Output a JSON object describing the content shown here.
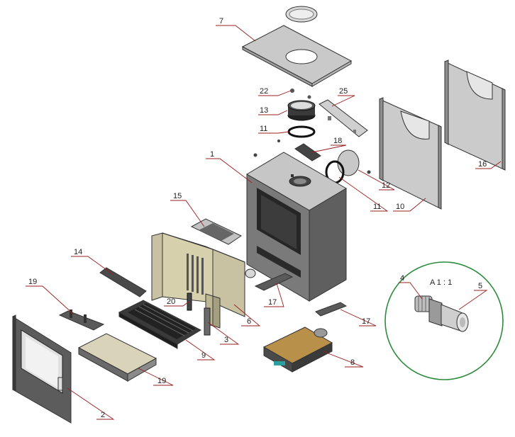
{
  "diagram": {
    "callouts": [
      {
        "id": "c7",
        "text": "7"
      },
      {
        "id": "c22",
        "text": "22"
      },
      {
        "id": "c25",
        "text": "25"
      },
      {
        "id": "c13",
        "text": "13"
      },
      {
        "id": "c11a",
        "text": "11"
      },
      {
        "id": "c18",
        "text": "18"
      },
      {
        "id": "c1",
        "text": "1"
      },
      {
        "id": "c12",
        "text": "12"
      },
      {
        "id": "c11b",
        "text": "11"
      },
      {
        "id": "c10",
        "text": "10"
      },
      {
        "id": "c16",
        "text": "16"
      },
      {
        "id": "c15",
        "text": "15"
      },
      {
        "id": "c14",
        "text": "14"
      },
      {
        "id": "c19a",
        "text": "19"
      },
      {
        "id": "c20",
        "text": "20"
      },
      {
        "id": "c3",
        "text": "3"
      },
      {
        "id": "c6",
        "text": "6"
      },
      {
        "id": "c17a",
        "text": "17"
      },
      {
        "id": "c17b",
        "text": "17"
      },
      {
        "id": "c9",
        "text": "9"
      },
      {
        "id": "c19b",
        "text": "19"
      },
      {
        "id": "c8",
        "text": "8"
      },
      {
        "id": "c2",
        "text": "2"
      },
      {
        "id": "c4",
        "text": "4"
      },
      {
        "id": "c5",
        "text": "5"
      }
    ],
    "detail_marker": "A",
    "detail_title": "A 1 : 1",
    "colors": {
      "leader": "#9a1f1f",
      "detail_circle": "#2e8b3e",
      "panel_grey": "#c9c9c9",
      "firebrick": "#c8c2a2",
      "wood_board": "#b8904a"
    }
  }
}
